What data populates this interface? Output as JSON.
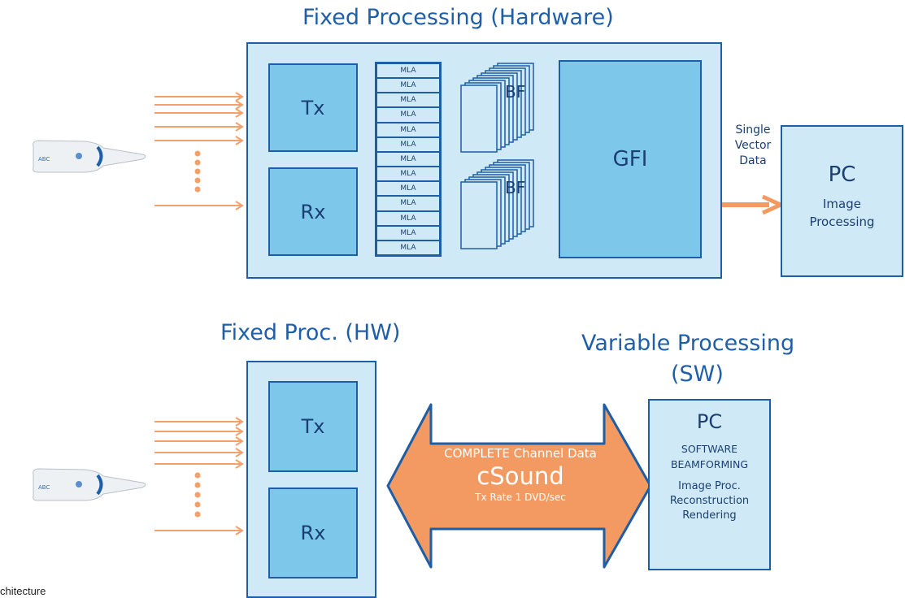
{
  "top": {
    "title": "Fixed Processing (Hardware)",
    "tx": "Tx",
    "rx": "Rx",
    "mla_label": "MLA",
    "mla_count": 13,
    "bf_top": "BF",
    "bf_bottom": "BF",
    "gfi": "GFI",
    "link_label": [
      "Single",
      "Vector",
      "Data"
    ],
    "pc_title": "PC",
    "pc_sub": [
      "Image",
      "Processing"
    ]
  },
  "bottom": {
    "hw_title": "Fixed Proc. (HW)",
    "sw_title_line1": "Variable Processing",
    "sw_title_line2": "(SW)",
    "tx": "Tx",
    "rx": "Rx",
    "arrow_line1": "COMPLETE Channel Data",
    "arrow_line2": "cSound",
    "arrow_line3": "Tx Rate 1 DVD/sec",
    "pc_title": "PC",
    "pc_line1": "SOFTWARE",
    "pc_line2": "BEAMFORMING",
    "pc_line3": "Image Proc.",
    "pc_line4": "Reconstruction",
    "pc_line5": "Rendering"
  },
  "caption": "chitecture",
  "colors": {
    "outline": "#1d5ea6",
    "light_fill": "#cfe9f6",
    "mid_fill": "#7cc7ea",
    "arrow": "#f3a06a",
    "arrow_fill": "#f39a62",
    "title": "#1f5fa8"
  }
}
